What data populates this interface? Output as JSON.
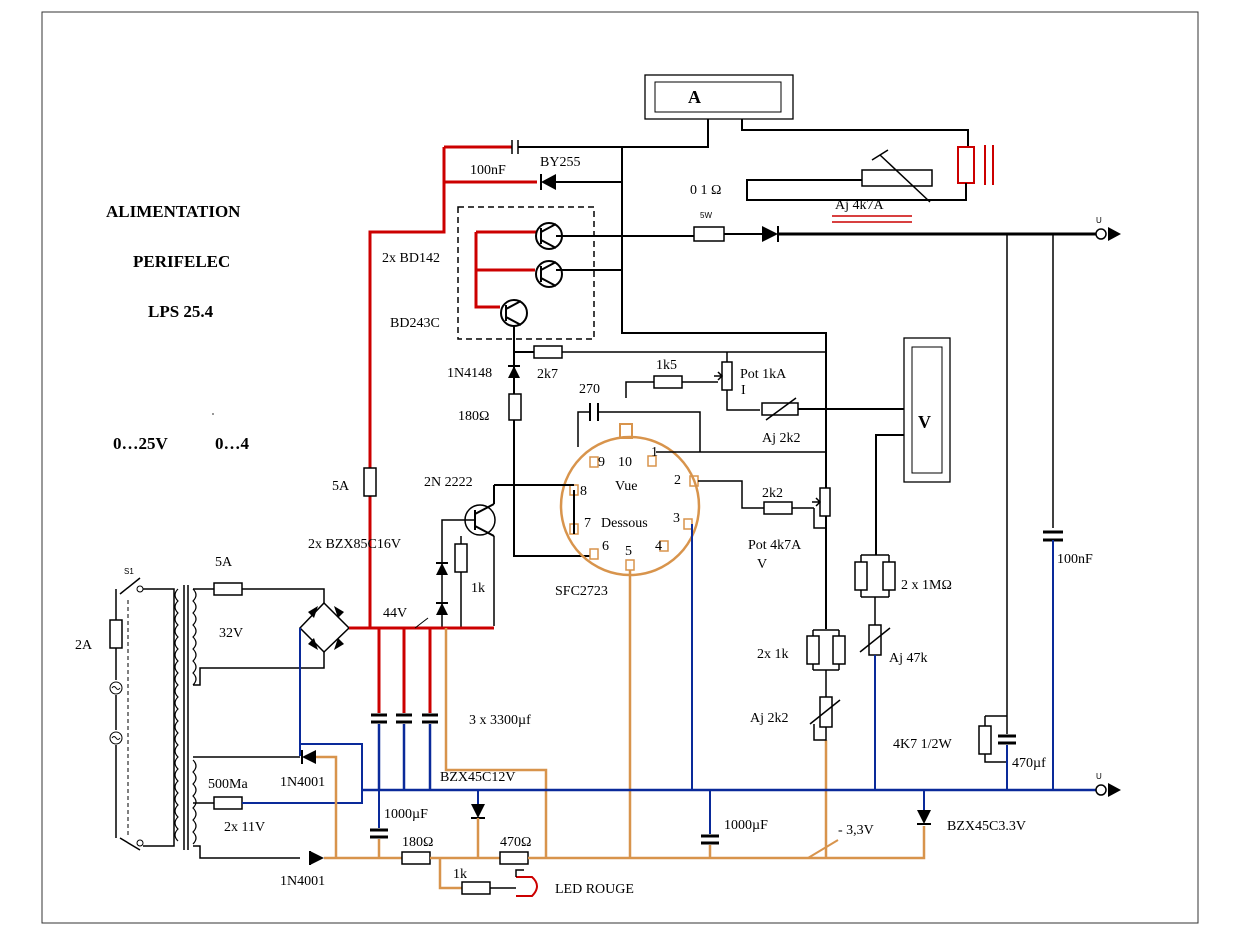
{
  "title": {
    "line1": "ALIMENTATION",
    "line2": "PERIFELEC",
    "line3": "LPS  25.4"
  },
  "ranges": {
    "voltage": "0…25V",
    "current": "0…4"
  },
  "meters": {
    "ammeter": "A",
    "voltmeter": "V"
  },
  "outputs": {
    "top_terminal": "U",
    "bottom_terminal": "U"
  },
  "labels": {
    "c100nf_top": "100nF",
    "by255": "BY255",
    "shunt_value": "0 1 Ω",
    "shunt_power": "5W",
    "aj_4k7a": "Aj  4k7A",
    "bd142": "2x BD142",
    "bd243c": "BD243C",
    "n1n4148": "1N4148",
    "r2k7": "2k7",
    "r1k5": "1k5",
    "pot1ka": "Pot  1kA",
    "pot1ka_sub": "I",
    "c270": "270",
    "aj2k2_top": "Aj  2k2",
    "r180": "180Ω",
    "ic_label": "SFC2723",
    "ic_vue": "Vue",
    "ic_dessous": "Dessous",
    "pin1": "1",
    "pin2": "2",
    "pin3": "3",
    "pin4": "4",
    "pin5": "5",
    "pin6": "6",
    "pin7": "7",
    "pin8": "8",
    "pin9": "9",
    "pin10": "10",
    "t2n2222": "2N 2222",
    "fuse5a_main": "5A",
    "bzx85": "2x  BZX85C16V",
    "r1k_zener": "1k",
    "r2k2": "2k2",
    "pot4k7a": "Pot  4k7A",
    "pot4k7a_sub": "V",
    "r2x1m": "2 x 1MΩ",
    "c100nf_right": "100nF",
    "fuse5a_sec": "5A",
    "secondary_32v": "32V",
    "v44": "44V",
    "fuse2a": "2A",
    "switch_s1": "S1",
    "c3x3300": "3 x 3300µf",
    "r2x1k": "2x 1k",
    "aj47k": "Aj 47k",
    "aj2k2_bottom": "Aj  2k2",
    "r4k7": "4K7 1/2W",
    "c470": "470µf",
    "fuse500ma": "500Ma",
    "d1n4001_a": "1N4001",
    "d1n4001_b": "1N4001",
    "secondary_2x11v": "2x 11V",
    "c1000_left": "1000µF",
    "c1000_right": "1000µF",
    "bzx45c12": "BZX45C12V",
    "r180_bottom": "180Ω",
    "r470": "470Ω",
    "r1k_led": "1k",
    "led": "LED  ROUGE",
    "neg33": "- 3,3V",
    "bzx45c33": "BZX45C3.3V"
  },
  "colors": {
    "red": "#cc0000",
    "blue": "#0a2a9a",
    "orange": "#d8944c",
    "black": "#000000"
  }
}
